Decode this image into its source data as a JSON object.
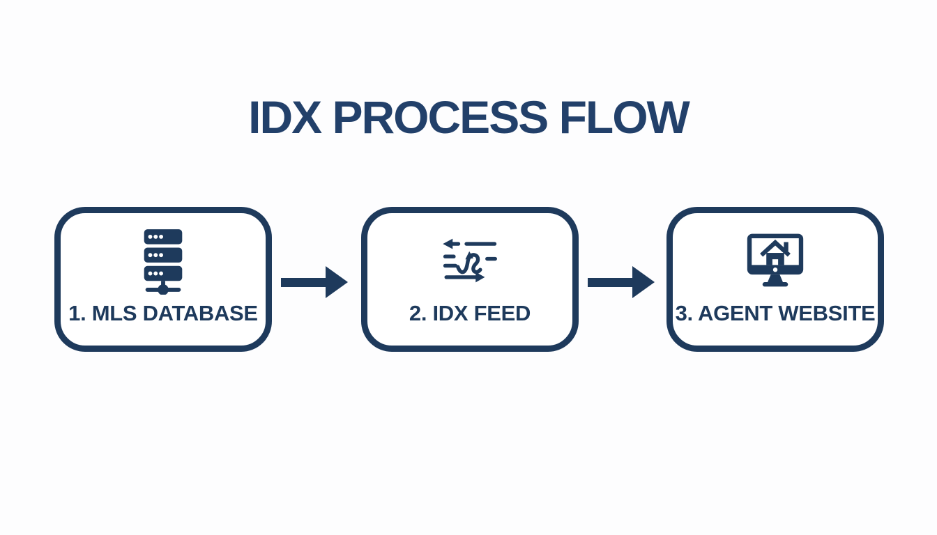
{
  "title": "IDX PROCESS FLOW",
  "colors": {
    "ink": "#1e3a5c",
    "title_ink": "#22406a",
    "background": "#fdfdfe",
    "box_background": "#ffffff"
  },
  "steps": [
    {
      "label": "1. MLS DATABASE",
      "icon": "server-database-icon"
    },
    {
      "label": "2. IDX FEED",
      "icon": "data-feed-icon"
    },
    {
      "label": "3. AGENT WEBSITE",
      "icon": "monitor-house-icon"
    }
  ],
  "connectors": [
    {
      "type": "arrow-right"
    },
    {
      "type": "arrow-right"
    }
  ]
}
